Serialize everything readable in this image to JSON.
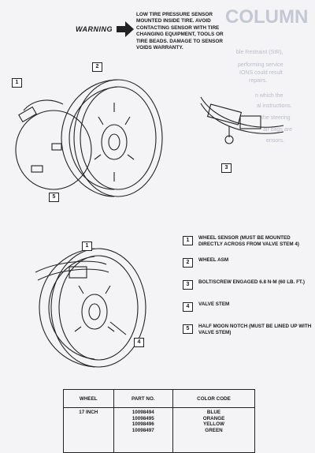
{
  "warning": {
    "label": "WARNING",
    "text": "LOW TIRE PRESSURE SENSOR MOUNTED INSIDE TIRE.  AVOID CONTACTING SENSOR WITH TIRE CHANGING EQUIPMENT, TOOLS OR TIRE BEADS.  DAMAGE TO SENSOR VOIDS WARRANTY."
  },
  "background": {
    "title": "COLUMN",
    "lines": [
      "ble Restraint (SIR), ",
      "performing service",
      "IONS could result",
      "repairs.",
      "n which the",
      "al instructions.",
      "the steering",
      "air bags are",
      "ensors."
    ]
  },
  "callouts": [
    "1",
    "2",
    "3",
    "4",
    "5"
  ],
  "legend": [
    {
      "num": "1",
      "text": "WHEEL SENSOR (MUST BE MOUNTED DIRECTLY ACROSS FROM VALVE STEM 4)"
    },
    {
      "num": "2",
      "text": "WHEEL ASM"
    },
    {
      "num": "3",
      "text": "BOLT/SCREW ENGAGED 6.8 N·m (60 lb. ft.)"
    },
    {
      "num": "4",
      "text": "VALVE STEM"
    },
    {
      "num": "5",
      "text": "HALF MOON NOTCH (MUST BE LINED UP WITH VALVE STEM)"
    }
  ],
  "table": {
    "headers": [
      "WHEEL",
      "PART NO.",
      "COLOR CODE"
    ],
    "row": {
      "wheel": "17 INCH",
      "part_numbers": [
        "10098494",
        "10098495",
        "10098496",
        "10098497"
      ],
      "colors": [
        "BLUE",
        "ORANGE",
        "YELLOW",
        "GREEN"
      ]
    }
  }
}
